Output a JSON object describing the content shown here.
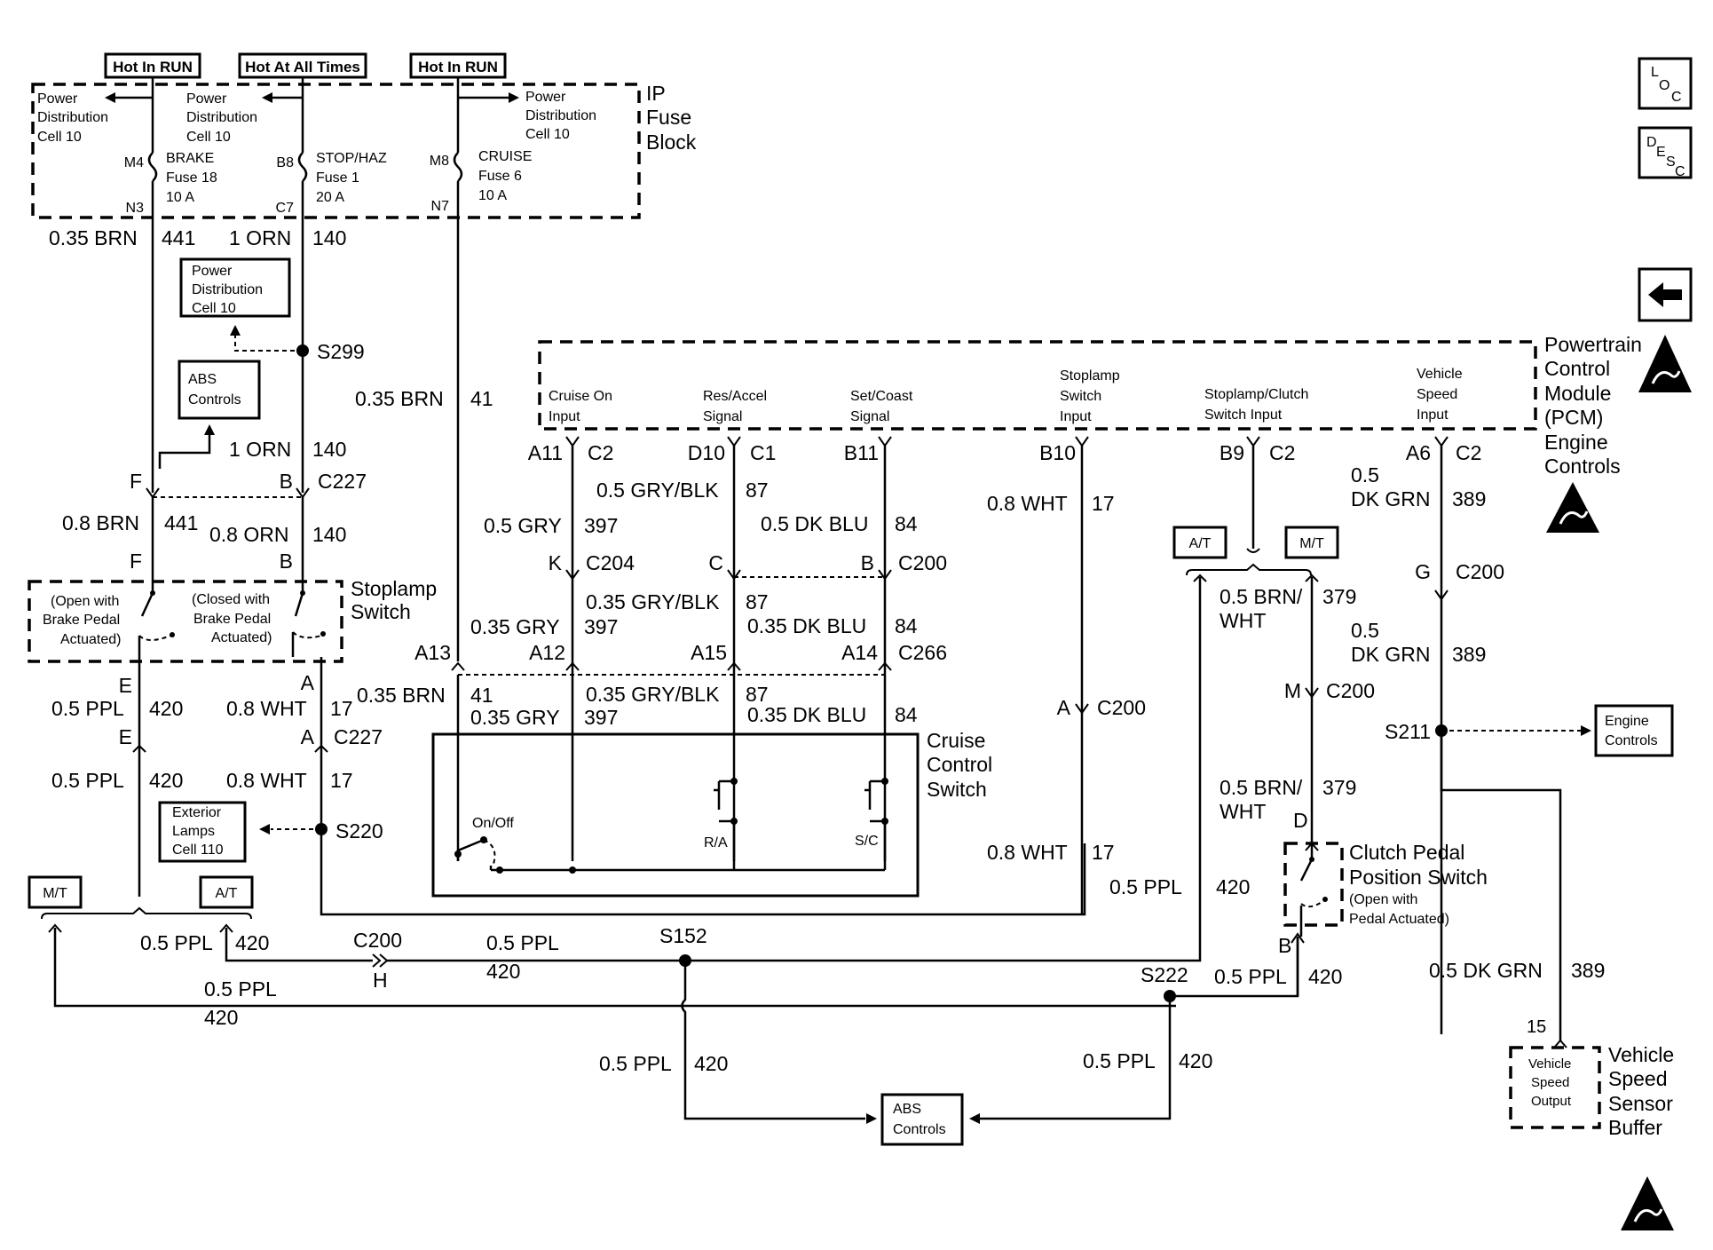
{
  "hot_labels": [
    "Hot In RUN",
    "Hot At All Times",
    "Hot In RUN"
  ],
  "ip_fuse_block": [
    "IP",
    "Fuse",
    "Block"
  ],
  "pdc_lines": [
    "Power",
    "Distribution",
    "Cell 10"
  ],
  "fuses": [
    {
      "top": "M4",
      "bottom": "N3",
      "name": "BRAKE",
      "fuse": "Fuse 18",
      "amps": "10 A"
    },
    {
      "top": "B8",
      "bottom": "C7",
      "name": "STOP/HAZ",
      "fuse": "Fuse 1",
      "amps": "20 A"
    },
    {
      "top": "M8",
      "bottom": "N7",
      "name": "CRUISE",
      "fuse": "Fuse 6",
      "amps": "10 A"
    }
  ],
  "icons": {
    "loc": "loc-icon",
    "desc": "desc-icon",
    "back": "back-arrow-icon",
    "esd": "esd-warning-icon"
  },
  "loc_text": [
    "L",
    "O",
    "C"
  ],
  "desc_text": [
    "D",
    "E",
    "S",
    "C"
  ],
  "pcm": {
    "title_lines": [
      "Powertrain",
      "Control",
      "Module",
      "(PCM)",
      "Engine",
      "Controls"
    ],
    "inputs": [
      {
        "l1": "Cruise On",
        "l2": "Input",
        "pin": "A11",
        "conn": "C2"
      },
      {
        "l1": "Res/Accel",
        "l2": "Signal",
        "pin": "D10",
        "conn": "C1"
      },
      {
        "l1": "Set/Coast",
        "l2": "Signal",
        "pin": "B11",
        "conn": ""
      },
      {
        "l0": "Stoplamp",
        "l1": "Switch",
        "l2": "Input",
        "pin": "B10",
        "conn": ""
      },
      {
        "l1": "Stoplamp/Clutch",
        "l2": "Switch Input",
        "pin": "B9",
        "conn": "C2"
      },
      {
        "l0": "Vehicle",
        "l1": "Speed",
        "l2": "Input",
        "pin": "A6",
        "conn": "C2"
      }
    ]
  },
  "boxes": {
    "pdc": [
      "Power",
      "Distribution",
      "Cell 10"
    ],
    "abs_top": [
      "ABS",
      "Controls"
    ],
    "ext_lamps": [
      "Exterior",
      "Lamps",
      "Cell 110"
    ],
    "abs_bottom": [
      "ABS",
      "Controls"
    ],
    "engine": [
      "Engine",
      "Controls"
    ],
    "mt": "M/T",
    "at": "A/T"
  },
  "stoplamp_switch": {
    "title": [
      "Stoplamp",
      "Switch"
    ],
    "open_note": [
      "(Open with",
      "Brake Pedal",
      "Actuated)"
    ],
    "closed_note": [
      "(Closed with",
      "Brake Pedal",
      "Actuated)"
    ]
  },
  "cruise_switch": {
    "title": [
      "Cruise",
      "Control",
      "Switch"
    ],
    "onoff": "On/Off",
    "ra": "R/A",
    "sc": "S/C"
  },
  "clutch_switch": {
    "title": [
      "Clutch Pedal",
      "Position Switch"
    ],
    "note": [
      "(Open with",
      "Pedal Actuated)"
    ]
  },
  "vss_buffer": {
    "title": [
      "Vehicle",
      "Speed",
      "Sensor",
      "Buffer"
    ],
    "inner": [
      "Vehicle",
      "Speed",
      "Output"
    ],
    "pin": "15"
  },
  "splices": [
    "S299",
    "S220",
    "S152",
    "S222",
    "S211"
  ],
  "connectors": {
    "c227": "C227",
    "c204": "C204",
    "c200": "C200",
    "c266": "C266"
  },
  "pins": {
    "F": "F",
    "B": "B",
    "E": "E",
    "A": "A",
    "K": "K",
    "C": "C",
    "G": "G",
    "M": "M",
    "D": "D",
    "H": "H",
    "A13": "A13",
    "A12": "A12",
    "A15": "A15",
    "A14": "A14"
  },
  "wires": {
    "brn441": "0.35 BRN",
    "n441": "441",
    "orn140": "1 ORN",
    "n140": "140",
    "brn41": "0.35 BRN",
    "n41": "41",
    "brn441b": "0.8 BRN",
    "orn140b": "0.8 ORN",
    "ppl420": "0.5 PPL",
    "n420": "420",
    "wht17": "0.8 WHT",
    "n17": "17",
    "gryblk": "0.5 GRY/BLK",
    "n87": "87",
    "gry397": "0.5 GRY",
    "n397": "397",
    "dkblu": "0.5 DK BLU",
    "n84": "84",
    "gry35": "0.35 GRY",
    "gryblk35": "0.35 GRY/BLK",
    "dkblu35": "0.35 DK BLU",
    "dkgrn_a": "0.5",
    "dkgrn_b": "DK GRN",
    "n389": "389",
    "brnwht_a": "0.5 BRN/",
    "brnwht_b": "WHT",
    "n379": "379",
    "dkgrn_c": "0.5 DK GRN"
  }
}
